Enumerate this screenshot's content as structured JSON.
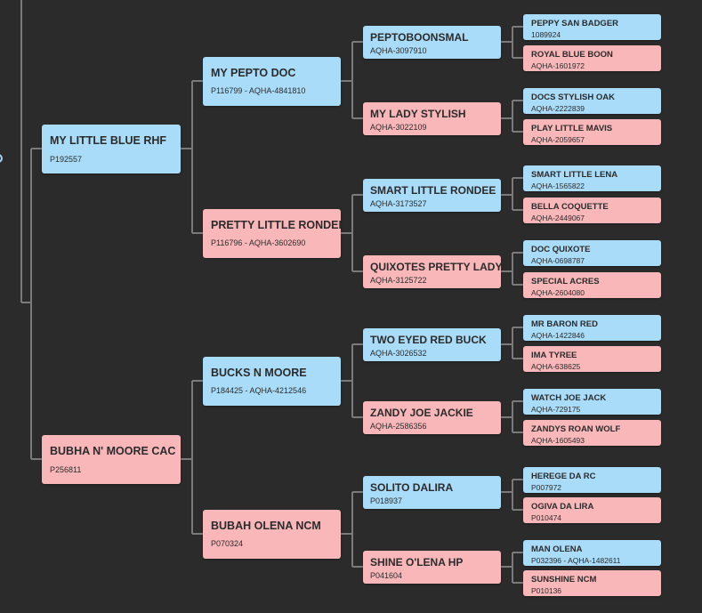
{
  "pedigree": {
    "sire": {
      "name": "MY LITTLE BLUE RHF",
      "reg": "P192557",
      "sex": "sire",
      "sire": {
        "name": "MY PEPTO DOC",
        "reg": "P116799 - AQHA-4841810",
        "sex": "sire",
        "sire": {
          "name": "PEPTOBOONSMAL",
          "reg": "AQHA-3097910",
          "sex": "sire",
          "sire": {
            "name": "PEPPY SAN BADGER",
            "reg": "1089924",
            "sex": "sire"
          },
          "dam": {
            "name": "ROYAL BLUE BOON",
            "reg": "AQHA-1601972",
            "sex": "dam"
          }
        },
        "dam": {
          "name": "MY LADY STYLISH",
          "reg": "AQHA-3022109",
          "sex": "dam",
          "sire": {
            "name": "DOCS STYLISH OAK",
            "reg": "AQHA-2222839",
            "sex": "sire"
          },
          "dam": {
            "name": "PLAY LITTLE MAVIS",
            "reg": "AQHA-2059657",
            "sex": "dam"
          }
        }
      },
      "dam": {
        "name": "PRETTY LITTLE RONDEE",
        "reg": "P116796 - AQHA-3602690",
        "sex": "dam",
        "sire": {
          "name": "SMART LITTLE RONDEE",
          "reg": "AQHA-3173527",
          "sex": "sire",
          "sire": {
            "name": "SMART LITTLE LENA",
            "reg": "AQHA-1565822",
            "sex": "sire"
          },
          "dam": {
            "name": "BELLA COQUETTE",
            "reg": "AQHA-2449067",
            "sex": "dam"
          }
        },
        "dam": {
          "name": "QUIXOTES PRETTY LADY",
          "reg": "AQHA-3125722",
          "sex": "dam",
          "sire": {
            "name": "DOC QUIXOTE",
            "reg": "AQHA-0698787",
            "sex": "sire"
          },
          "dam": {
            "name": "SPECIAL ACRES",
            "reg": "AQHA-2604080",
            "sex": "dam"
          }
        }
      }
    },
    "dam": {
      "name": "BUBHA N' MOORE CAC",
      "reg": "P256811",
      "sex": "dam",
      "sire": {
        "name": "BUCKS N MOORE",
        "reg": "P184425 - AQHA-4212546",
        "sex": "sire",
        "sire": {
          "name": "TWO EYED RED BUCK",
          "reg": "AQHA-3026532",
          "sex": "sire",
          "sire": {
            "name": "MR BARON RED",
            "reg": "AQHA-1422846",
            "sex": "sire"
          },
          "dam": {
            "name": "IMA TYREE",
            "reg": "AQHA-638625",
            "sex": "dam"
          }
        },
        "dam": {
          "name": "ZANDY JOE JACKIE",
          "reg": "AQHA-2586356",
          "sex": "dam",
          "sire": {
            "name": "WATCH JOE JACK",
            "reg": "AQHA-729175",
            "sex": "sire"
          },
          "dam": {
            "name": "ZANDYS ROAN WOLF",
            "reg": "AQHA-1605493",
            "sex": "dam"
          }
        }
      },
      "dam": {
        "name": "BUBAH OLENA NCM",
        "reg": "P070324",
        "sex": "dam",
        "sire": {
          "name": "SOLITO DALIRA",
          "reg": "P018937",
          "sex": "sire",
          "sire": {
            "name": "HEREGE DA RC",
            "reg": "P007972",
            "sex": "sire"
          },
          "dam": {
            "name": "OGIVA DA LIRA",
            "reg": "P010474",
            "sex": "dam"
          }
        },
        "dam": {
          "name": "SHINE O'LENA HP",
          "reg": "P041604",
          "sex": "dam",
          "sire": {
            "name": "MAN OLENA",
            "reg": "P032396 - AQHA-1482611",
            "sex": "sire"
          },
          "dam": {
            "name": "SUNSHINE NCM",
            "reg": "P010136",
            "sex": "dam"
          }
        }
      }
    }
  },
  "colors": {
    "background": "#2b2b2b",
    "sire_box": "#a9dcf9",
    "dam_box": "#f9b7b9",
    "connector": "#7a7a7a",
    "text": "#2b2b2b"
  }
}
